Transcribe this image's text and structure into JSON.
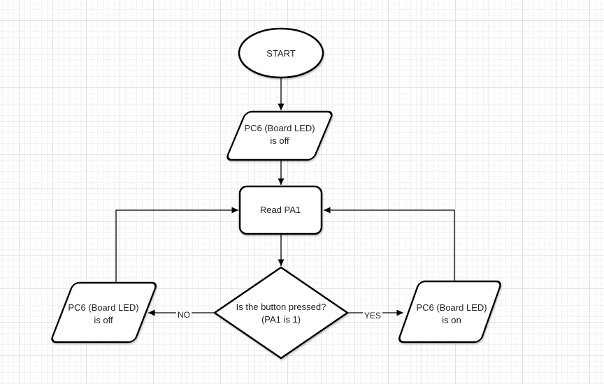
{
  "canvas": {
    "background": "#ffffff",
    "grid_minor_color": "#f3f3f3",
    "grid_major_color": "#e2e2e2",
    "shape_fill": "#ffffff",
    "shape_stroke": "#000000",
    "text_color": "#222222"
  },
  "nodes": {
    "start": {
      "type": "ellipse",
      "label": "START"
    },
    "led_off_init": {
      "type": "parallelogram",
      "label": "PC6 (Board LED)\nis off"
    },
    "read_pa1": {
      "type": "rounded-rect",
      "label": "Read PA1"
    },
    "button_check": {
      "type": "decision-diamond",
      "label": "Is the button pressed?\n(PA1 is 1)"
    },
    "led_off": {
      "type": "parallelogram",
      "label": "PC6 (Board LED)\nis off"
    },
    "led_on": {
      "type": "parallelogram",
      "label": "PC6 (Board LED)\nis on"
    }
  },
  "edges": {
    "no": {
      "label": "NO"
    },
    "yes": {
      "label": "YES"
    }
  }
}
